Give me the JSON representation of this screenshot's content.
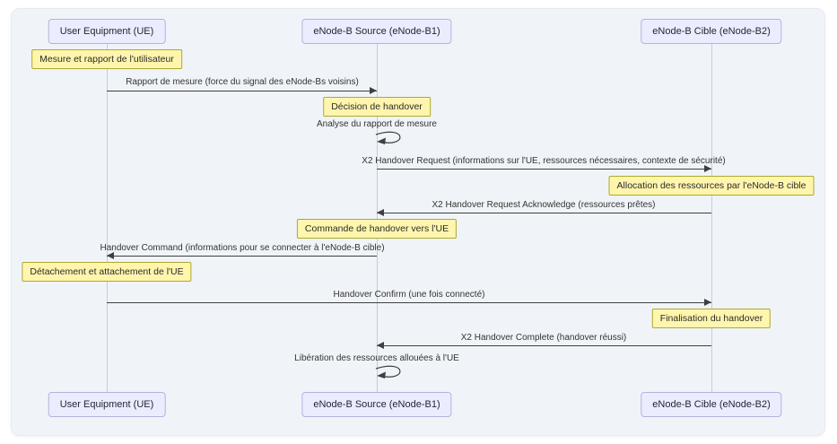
{
  "diagram": {
    "type": "sequence-diagram",
    "topic": "LTE X2 handover procedure",
    "actors": [
      {
        "id": "ue",
        "label": "User Equipment (UE)"
      },
      {
        "id": "enb1",
        "label": "eNode-B Source (eNode-B1)"
      },
      {
        "id": "enb2",
        "label": "eNode-B Cible (eNode-B2)"
      }
    ],
    "notes": [
      {
        "over": "ue",
        "text": "Mesure et rapport de l'utilisateur"
      },
      {
        "over": "enb1",
        "text": "Décision de handover"
      },
      {
        "over": "enb2",
        "text": "Allocation des ressources par l'eNode-B cible"
      },
      {
        "over": "enb1",
        "text": "Commande de handover vers l'UE"
      },
      {
        "over": "ue",
        "text": "Détachement et attachement de l'UE"
      },
      {
        "over": "enb2",
        "text": "Finalisation du handover"
      }
    ],
    "messages": [
      {
        "from": "ue",
        "to": "enb1",
        "text": "Rapport de mesure (force du signal des eNode-Bs voisins)"
      },
      {
        "from": "enb1",
        "to": "enb1",
        "self": true,
        "text": "Analyse du rapport de mesure"
      },
      {
        "from": "enb1",
        "to": "enb2",
        "text": "X2 Handover Request (informations sur l'UE, ressources nécessaires, contexte de sécurité)"
      },
      {
        "from": "enb2",
        "to": "enb1",
        "text": "X2 Handover Request Acknowledge (ressources prêtes)"
      },
      {
        "from": "enb1",
        "to": "ue",
        "text": "Handover Command (informations pour se connecter à l'eNode-B cible)"
      },
      {
        "from": "ue",
        "to": "enb2",
        "text": "Handover Confirm (une fois connecté)"
      },
      {
        "from": "enb2",
        "to": "enb1",
        "text": "X2 Handover Complete (handover réussi)"
      },
      {
        "from": "enb1",
        "to": "enb1",
        "self": true,
        "text": "Libération des ressources allouées à l'UE"
      }
    ],
    "colors": {
      "board_background": "#f0f4f8",
      "actor_fill": "#ececff",
      "actor_border": "#b5b2dd",
      "note_fill": "#fff5ad",
      "note_border": "#aaaa33",
      "message_line": "#3f3f3f",
      "lifeline": "#cbc7e3",
      "text": "#2b2b2b"
    }
  }
}
